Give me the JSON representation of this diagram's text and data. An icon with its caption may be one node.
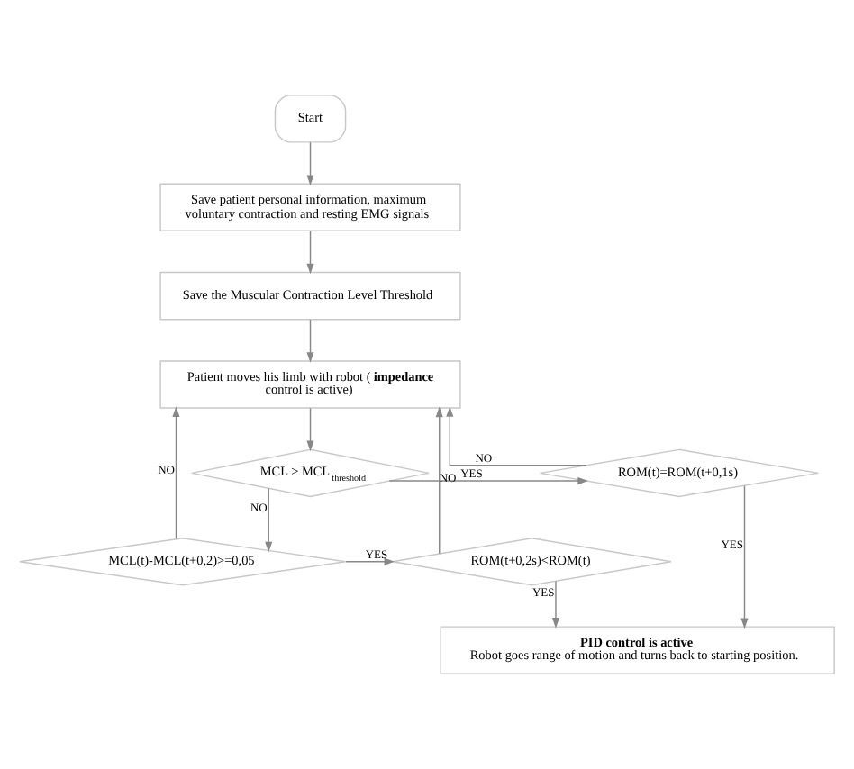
{
  "diagram": {
    "nodes": [
      {
        "text": [
          "Start"
        ]
      },
      {
        "text": [
          "Save patient personal information, maximum voluntary contraction and resting EMG signals"
        ]
      },
      {
        "text": [
          "Save the Muscular Contraction Level Threshold"
        ]
      },
      {
        "text": [
          "Patient moves his limb with robot (**impedance** control is active)"
        ]
      },
      {
        "text": [
          "MCL > MCL$_{threshold}$"
        ]
      },
      {
        "text": [
          "ROM(t)=ROM(t+0,1s)"
        ]
      },
      {
        "text": [
          "MCL(t)-MCL(t+0,2)>=0,05"
        ]
      },
      {
        "text": [
          "ROM(t+0,2s)<ROM(t)"
        ]
      },
      {
        "text": [
          "PID control is active",
          "Robot goes range of motion and turns back to starting position."
        ]
      }
    ],
    "edges": [
      {
        "from": 0,
        "to": 1,
        "arrow": "to"
      },
      {
        "from": 1,
        "to": 2,
        "arrow": "to"
      },
      {
        "from": 2,
        "to": 3,
        "arrow": "to"
      },
      {
        "from": 3,
        "to": 4,
        "arrow": "to"
      },
      {
        "from": 4,
        "to": 5,
        "arrow": "to",
        "label": "YES"
      },
      {
        "from": 4,
        "to": 6,
        "arrow": "to",
        "label": "NO"
      },
      {
        "from": 6,
        "to": 7,
        "arrow": "to",
        "label": "YES"
      },
      {
        "from": 6,
        "to": 3,
        "arrow": "to",
        "label": "NO"
      },
      {
        "from": 5,
        "to": 3,
        "arrow": "to",
        "label": "NO"
      },
      {
        "from": 5,
        "to": 8,
        "arrow": "to",
        "label": "YES"
      },
      {
        "from": 7,
        "to": 3,
        "arrow": "to",
        "label": "NO"
      },
      {
        "from": 7,
        "to": 8,
        "arrow": "to",
        "label": "YES"
      }
    ]
  }
}
